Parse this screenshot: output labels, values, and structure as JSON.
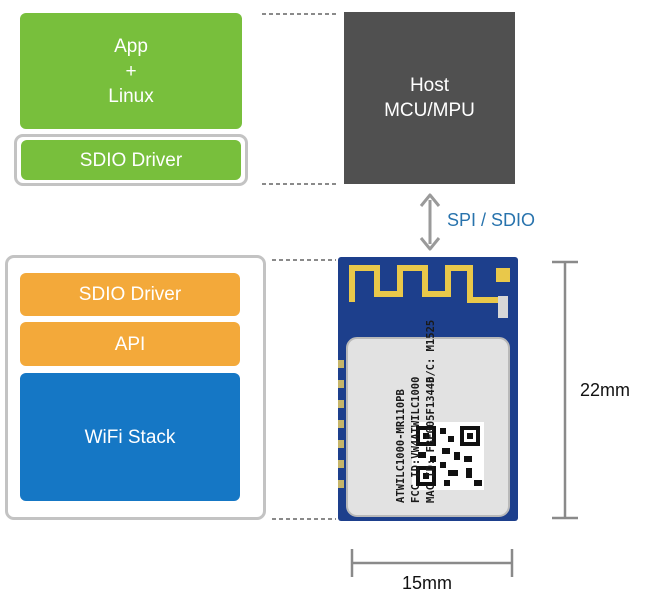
{
  "host_stack": {
    "app_line1": "App",
    "app_line2": "+",
    "app_line3": "Linux",
    "driver": "SDIO Driver"
  },
  "host": {
    "line1": "Host",
    "line2": "MCU/MPU"
  },
  "interface_label": "SPI / SDIO",
  "module_stack": {
    "driver": "SDIO Driver",
    "api": "API",
    "wifi": "WiFi Stack"
  },
  "module_label": {
    "line1": "ATWILC1000-MR110PB",
    "line2": "FCC ID:VW4ATWILC1000",
    "line3": "MAC ID: F8F005F13446",
    "line4": "D/C: M1525"
  },
  "dimensions": {
    "height": "22mm",
    "width": "15mm"
  },
  "colors": {
    "green": "#78bf3c",
    "orange": "#f3a93a",
    "blue": "#1577c5",
    "host": "#505050",
    "interface_text": "#2873ad",
    "pcb": "#1d3f8c",
    "antenna": "#e9c84a"
  }
}
